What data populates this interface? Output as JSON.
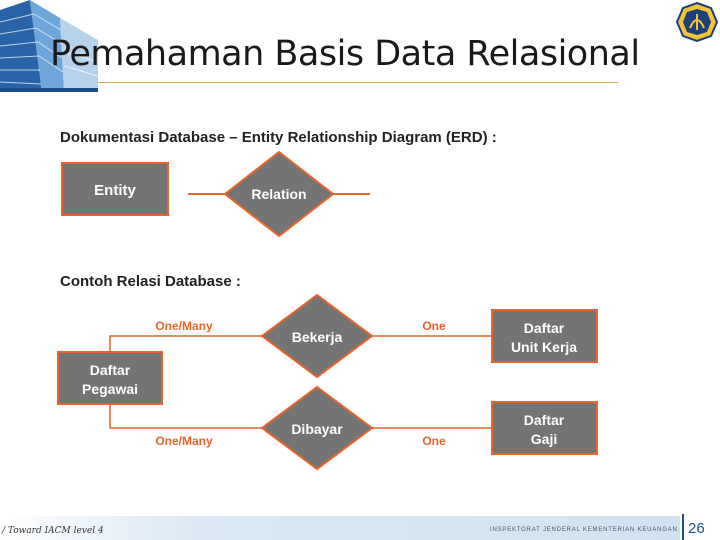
{
  "slide": {
    "title": "Pemahaman Basis Data Relasional",
    "heading_erd": "Dokumentasi Database – Entity Relationship Diagram (ERD) :",
    "heading_example": "Contoh Relasi Database :"
  },
  "legend": {
    "entity_label": "Entity",
    "relation_label": "Relation"
  },
  "example": {
    "entities": {
      "pegawai": [
        "Daftar",
        "Pegawai"
      ],
      "unit_kerja": [
        "Daftar",
        "Unit Kerja"
      ],
      "gaji": [
        "Daftar",
        "Gaji"
      ]
    },
    "relations": {
      "bekerja": "Bekerja",
      "dibayar": "Dibayar"
    },
    "cardinality": {
      "bekerja_left": "One/Many",
      "bekerja_right": "One",
      "dibayar_left": "One/Many",
      "dibayar_right": "One"
    }
  },
  "colors": {
    "fill": "#747474",
    "border": "#e8642c",
    "text": "#ffffff",
    "cardinality": "#e8642c"
  },
  "footer": {
    "left_text": "/ Toward IACM level 4",
    "center_text": "INSPEKTORAT JENDERAL KEMENTERIAN KEUANGAN",
    "page_number": "26"
  }
}
